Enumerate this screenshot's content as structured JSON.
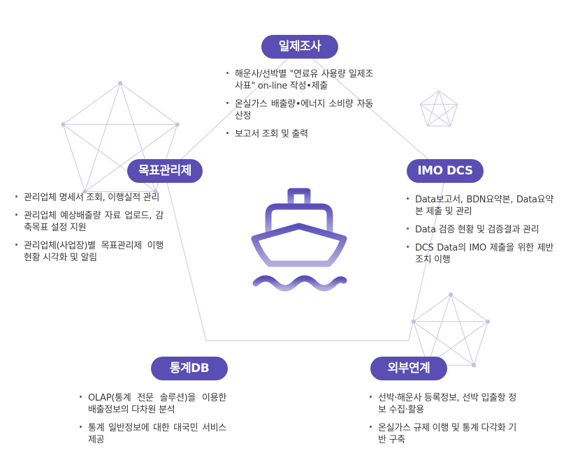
{
  "colors": {
    "pill": "#5a4db3",
    "line": "#c7c6e3",
    "ship_top": "#5a4fb8",
    "ship_bottom": "#b3acdd"
  },
  "icons": {
    "center": "ship-icon"
  },
  "nodes": [
    {
      "title": "일제조사",
      "items": [
        "해운사/선박별 \"연료유 사용량 일제조사표\" on-line 작성•제출",
        "온실가스 배출량•에너지 소비량 자동산정",
        "보고서 조회 및 출력"
      ]
    },
    {
      "title": "목표관리제",
      "items": [
        "관리업체 명세서 조회, 이행실적 관리",
        "관리업체 예상배출량 자료 업로드, 감축목표 설정 지원",
        "관리업체(사업장)별 목표관리제 이행 현황 시각화 및 알림"
      ]
    },
    {
      "title": "IMO DCS",
      "items": [
        "Data보고서, BDN요약본, Data요약본 제출 및 관리",
        "Data 검증 현황 및 검증결과 관리",
        "DCS Data의 IMO 제출을 위한 제반조치 이행"
      ]
    },
    {
      "title": "통계DB",
      "items": [
        "OLAP(통계 전문 솔루션)을 이용한 배출정보의 다차원 분석",
        "통계 일반정보에 대한 대국민 서비스 제공"
      ]
    },
    {
      "title": "외부연계",
      "items": [
        "선박·해운사 등록정보, 선박 입출항 정보 수집·활용",
        "온실가스 규제 이행 및 통계 다각화 기반 구축"
      ]
    }
  ]
}
